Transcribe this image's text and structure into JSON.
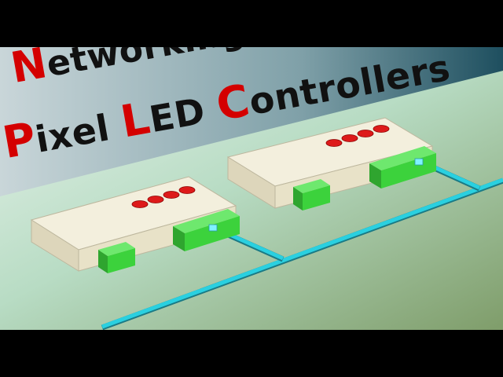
{
  "title": {
    "line1": {
      "first": "N",
      "rest": "etworking"
    },
    "line2": {
      "w1_first": "P",
      "w1_rest": "ixel ",
      "w2_first": "L",
      "w2_rest": "ED ",
      "w3_first": "C",
      "w3_rest": "ontrollers"
    }
  },
  "colors": {
    "letter_accent": "#d40000",
    "cable": "#2ad0e0",
    "connector": "#3cd23c",
    "led": "#dd1a1a",
    "box_top": "#f3efdd",
    "box_side": "#dcd6bc"
  },
  "devices": [
    {
      "name": "controller-left",
      "led_count": 4
    },
    {
      "name": "controller-right",
      "led_count": 4
    }
  ]
}
